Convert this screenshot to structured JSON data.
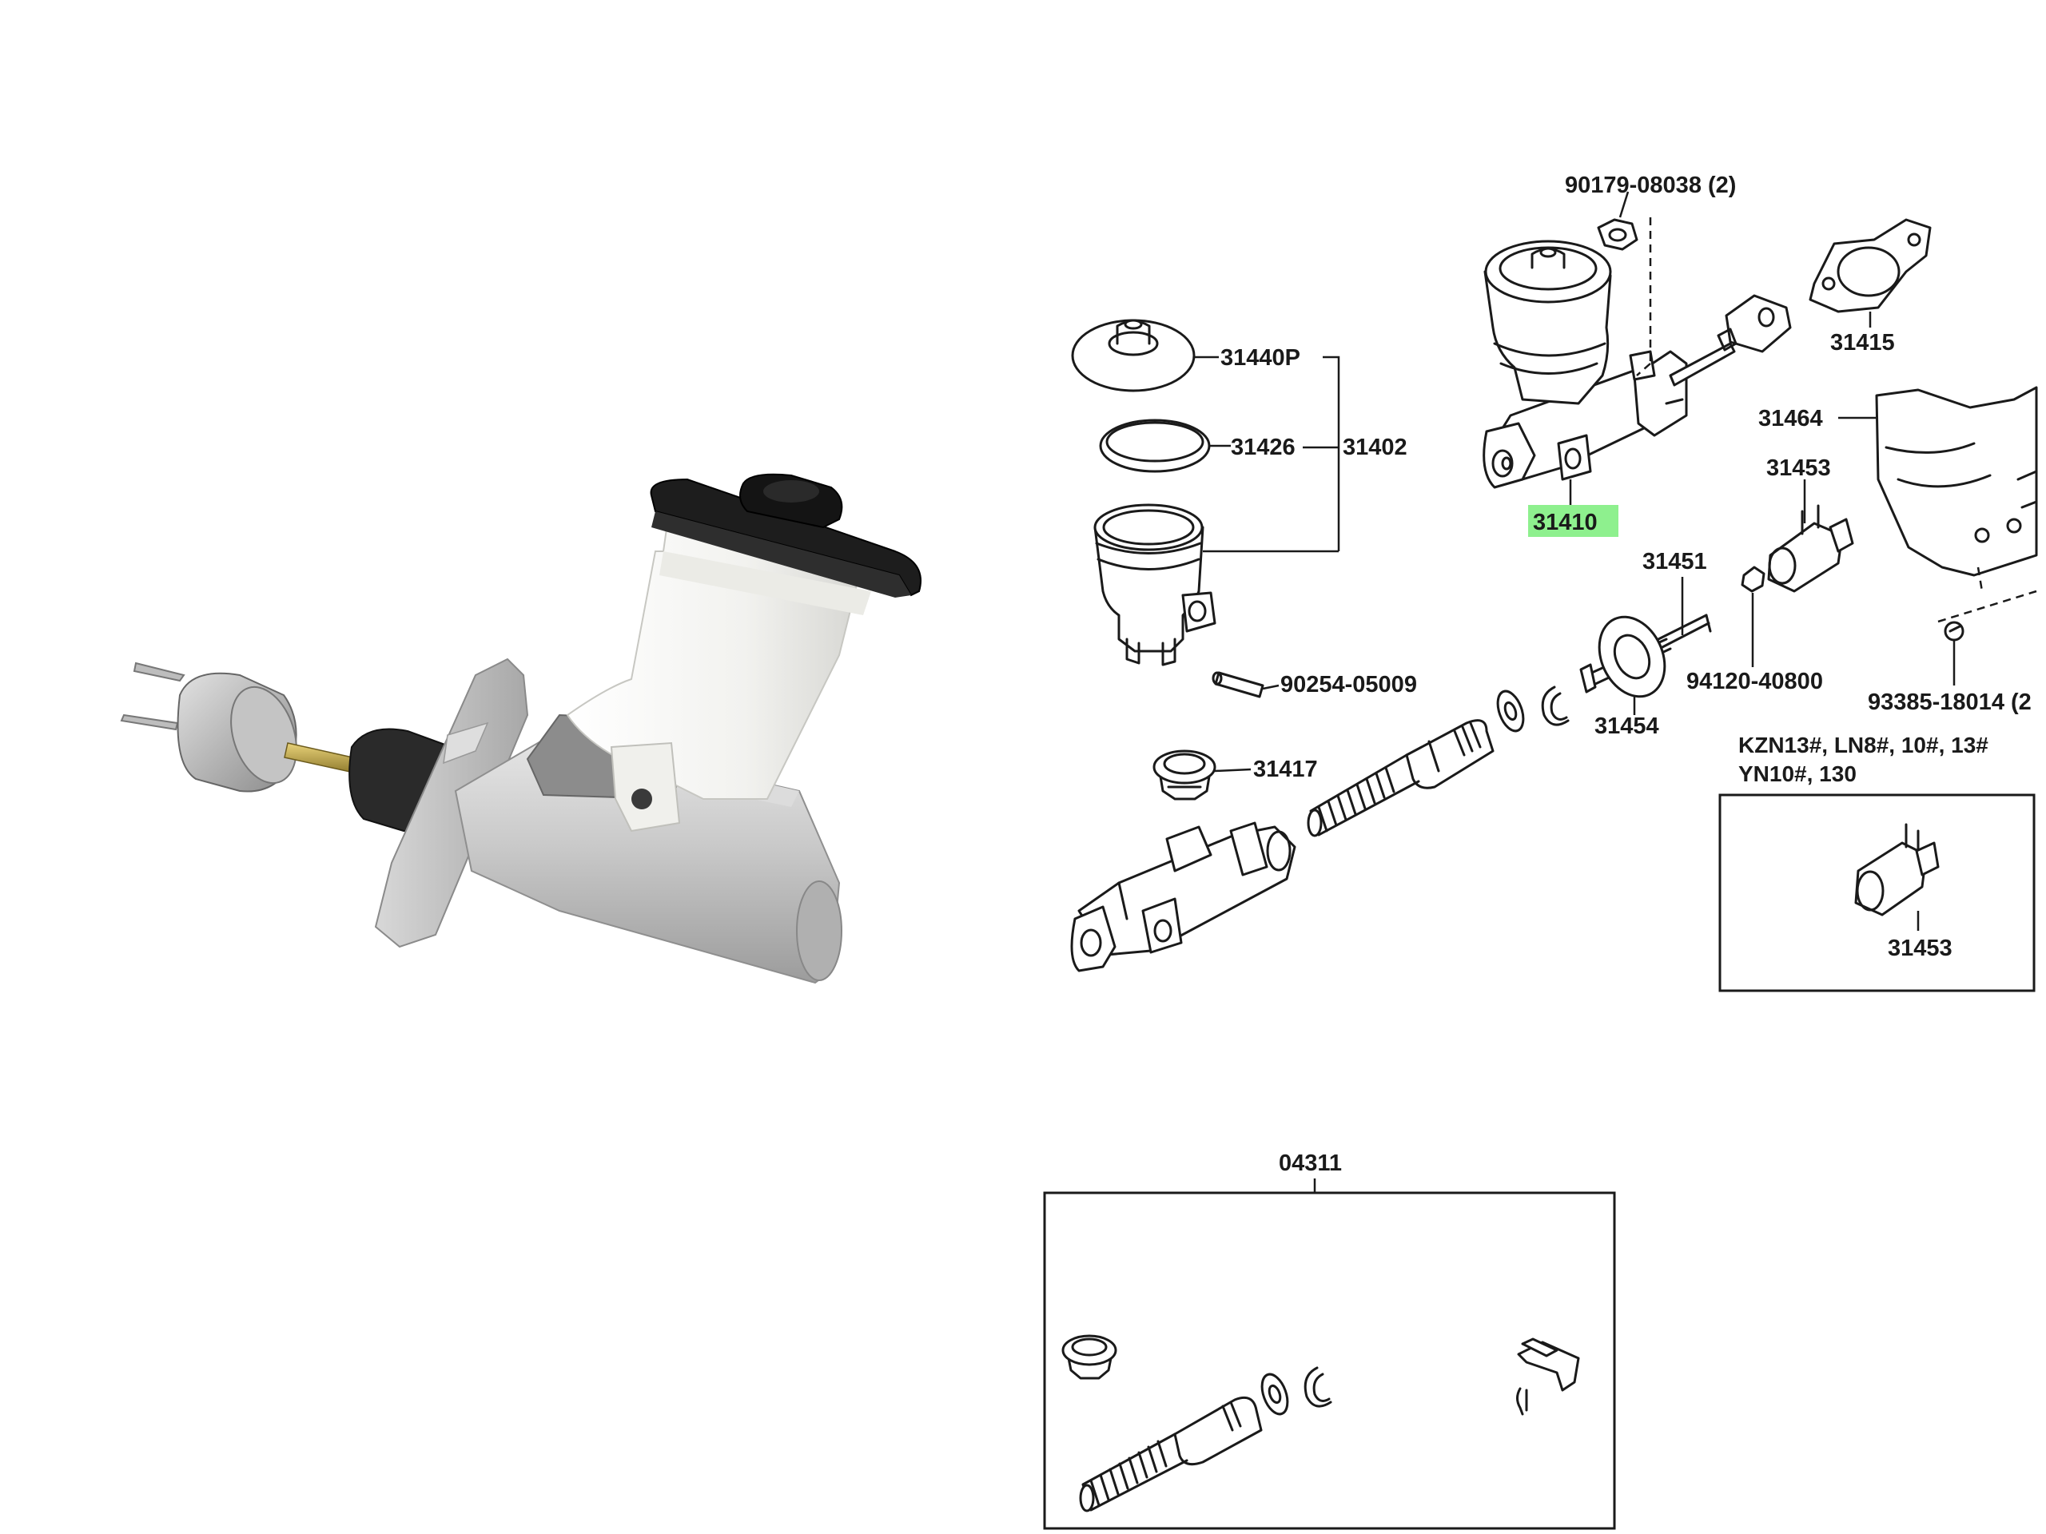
{
  "colors": {
    "highlight": "#8ef08e",
    "aluminum": "#c9c9c9",
    "reservoir": "#f2f2ef",
    "cap": "#1d1d1d",
    "ink": "#1a1a1a"
  },
  "photo": {
    "subject": "clutch master cylinder"
  },
  "diagram": {
    "part_labels": {
      "p90179": "90179-08038 (2)",
      "p31415": "31415",
      "p31440p": "31440P",
      "p31426": "31426",
      "p31402": "31402",
      "p31464": "31464",
      "p31453a": "31453",
      "p31410": "31410",
      "p31451": "31451",
      "p90254": "90254-05009",
      "p94120": "94120-40800",
      "p93385": "93385-18014 (2",
      "p31454": "31454",
      "p31417": "31417",
      "p31453b": "31453",
      "p04311": "04311"
    },
    "highlighted_part": "31410",
    "model_note": {
      "line1": "KZN13#, LN8#, 10#, 13#",
      "line2": "YN10#, 130"
    }
  }
}
